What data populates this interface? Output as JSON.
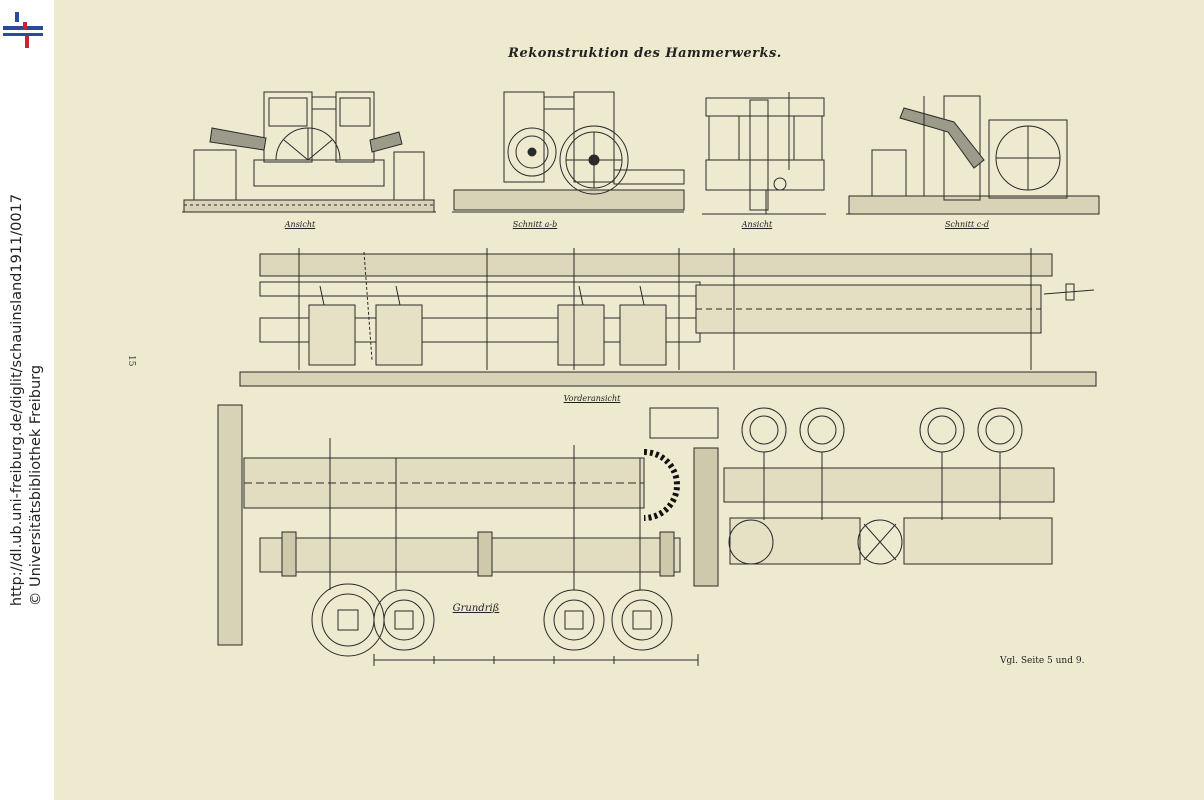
{
  "sidebar": {
    "logo_icon": "university-library-logo-icon",
    "url_text": "http://dl.ub.uni-freiburg.de/diglit/schauinsland1911/0017",
    "copyright_text": "© Universitätsbibliothek Freiburg",
    "logo_colors": {
      "blue": "#2b4a9c",
      "red": "#c8242b"
    }
  },
  "plate": {
    "title": "Rekonstruktion des Hammerwerks.",
    "captions": {
      "ansicht_1": "Ansicht",
      "schnitt_ab": "Schnitt a-b",
      "ansicht_2": "Ansicht",
      "schnitt_cd": "Schnitt c-d",
      "vorderansicht": "Vorderansicht",
      "grundriss": "Grundriß"
    },
    "page_number": "15",
    "reference_note": "Vgl. Seite 5 und 9.",
    "paper_color": "#eeeacf",
    "ink_color": "#2a2a2a"
  }
}
